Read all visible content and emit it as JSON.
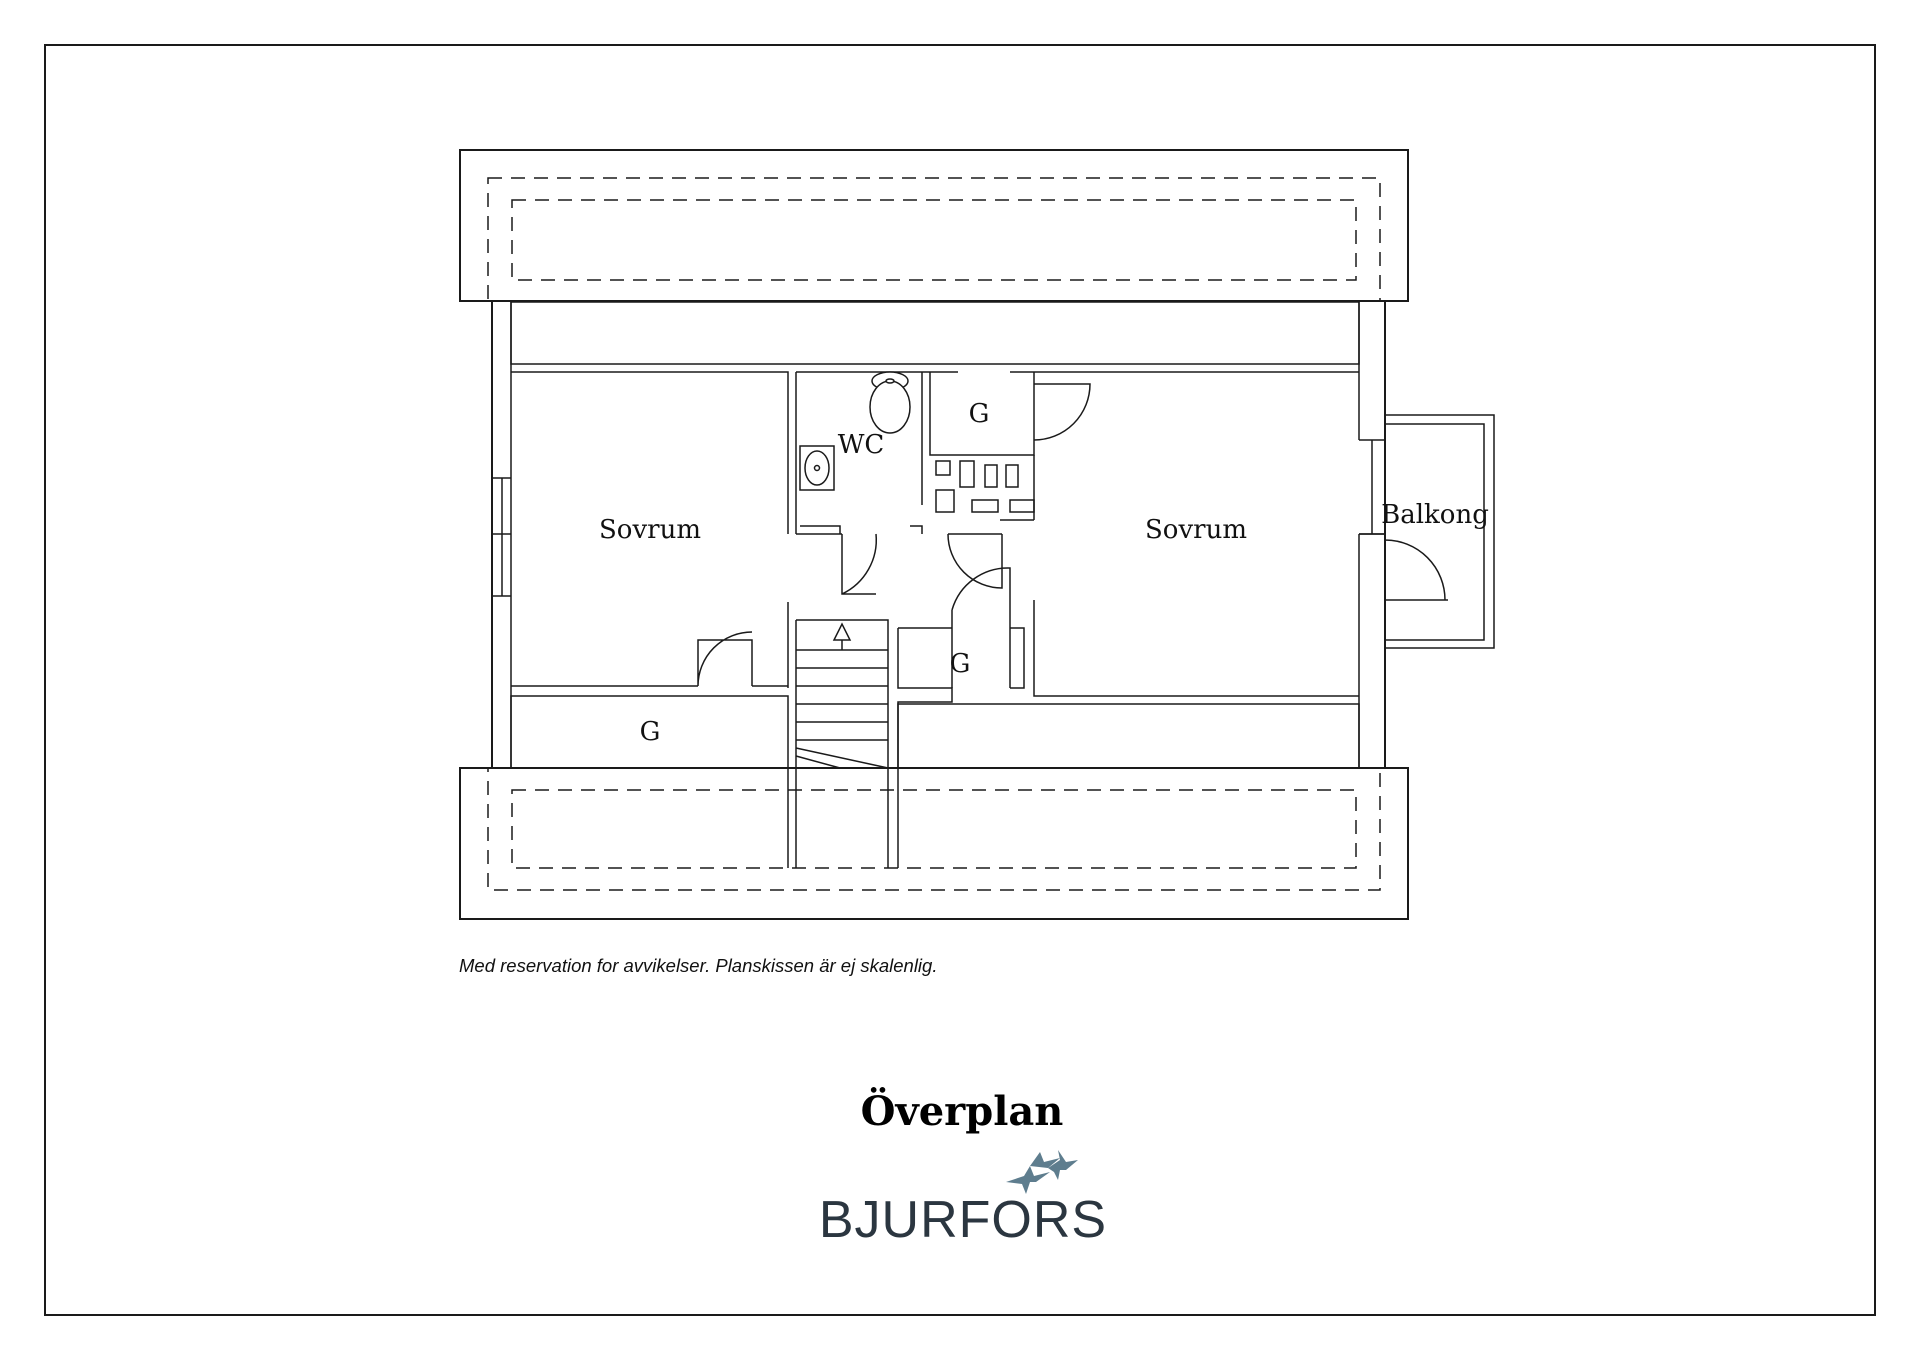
{
  "rooms": {
    "sovrum_left": "Sovrum",
    "sovrum_right": "Sovrum",
    "wc": "WC",
    "balkong": "Balkong",
    "g_top": "G",
    "g_middle": "G",
    "g_bottom_left": "G"
  },
  "disclaimer": "Med reservation for avvikelser. Planskissen är ej skalenlig.",
  "title": "Överplan",
  "brand": {
    "name": "BJURFORS",
    "logo_color": "#5e7d8e"
  }
}
